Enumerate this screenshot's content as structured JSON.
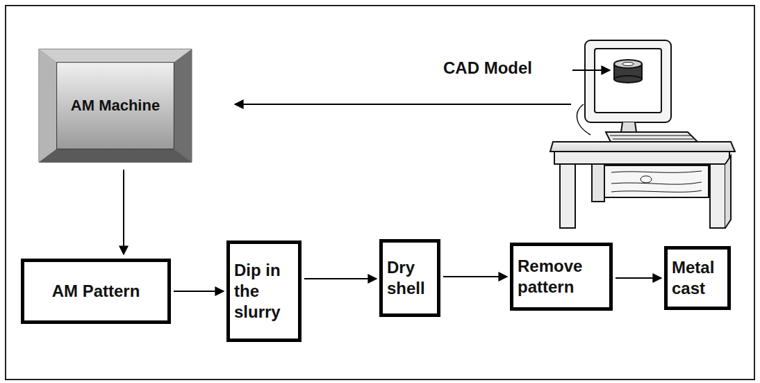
{
  "diagram": {
    "nodes": [
      {
        "text": [
          "AM Machine"
        ]
      },
      {
        "text": [
          "AM Pattern"
        ]
      },
      {
        "text": [
          "Dip in the slurry"
        ]
      },
      {
        "text": [
          "Dry shell"
        ]
      },
      {
        "text": [
          "Remove pattern"
        ]
      },
      {
        "text": [
          "Metal cast"
        ]
      }
    ],
    "edges": [
      {
        "from": 0,
        "to": 1,
        "arrow": "to"
      },
      {
        "from": 1,
        "to": 2,
        "arrow": "to"
      },
      {
        "from": 2,
        "to": 3,
        "arrow": "to"
      },
      {
        "from": 3,
        "to": 4,
        "arrow": "to"
      },
      {
        "from": 4,
        "to": 5,
        "arrow": "to"
      }
    ],
    "labels": [
      "CAD Model"
    ]
  }
}
